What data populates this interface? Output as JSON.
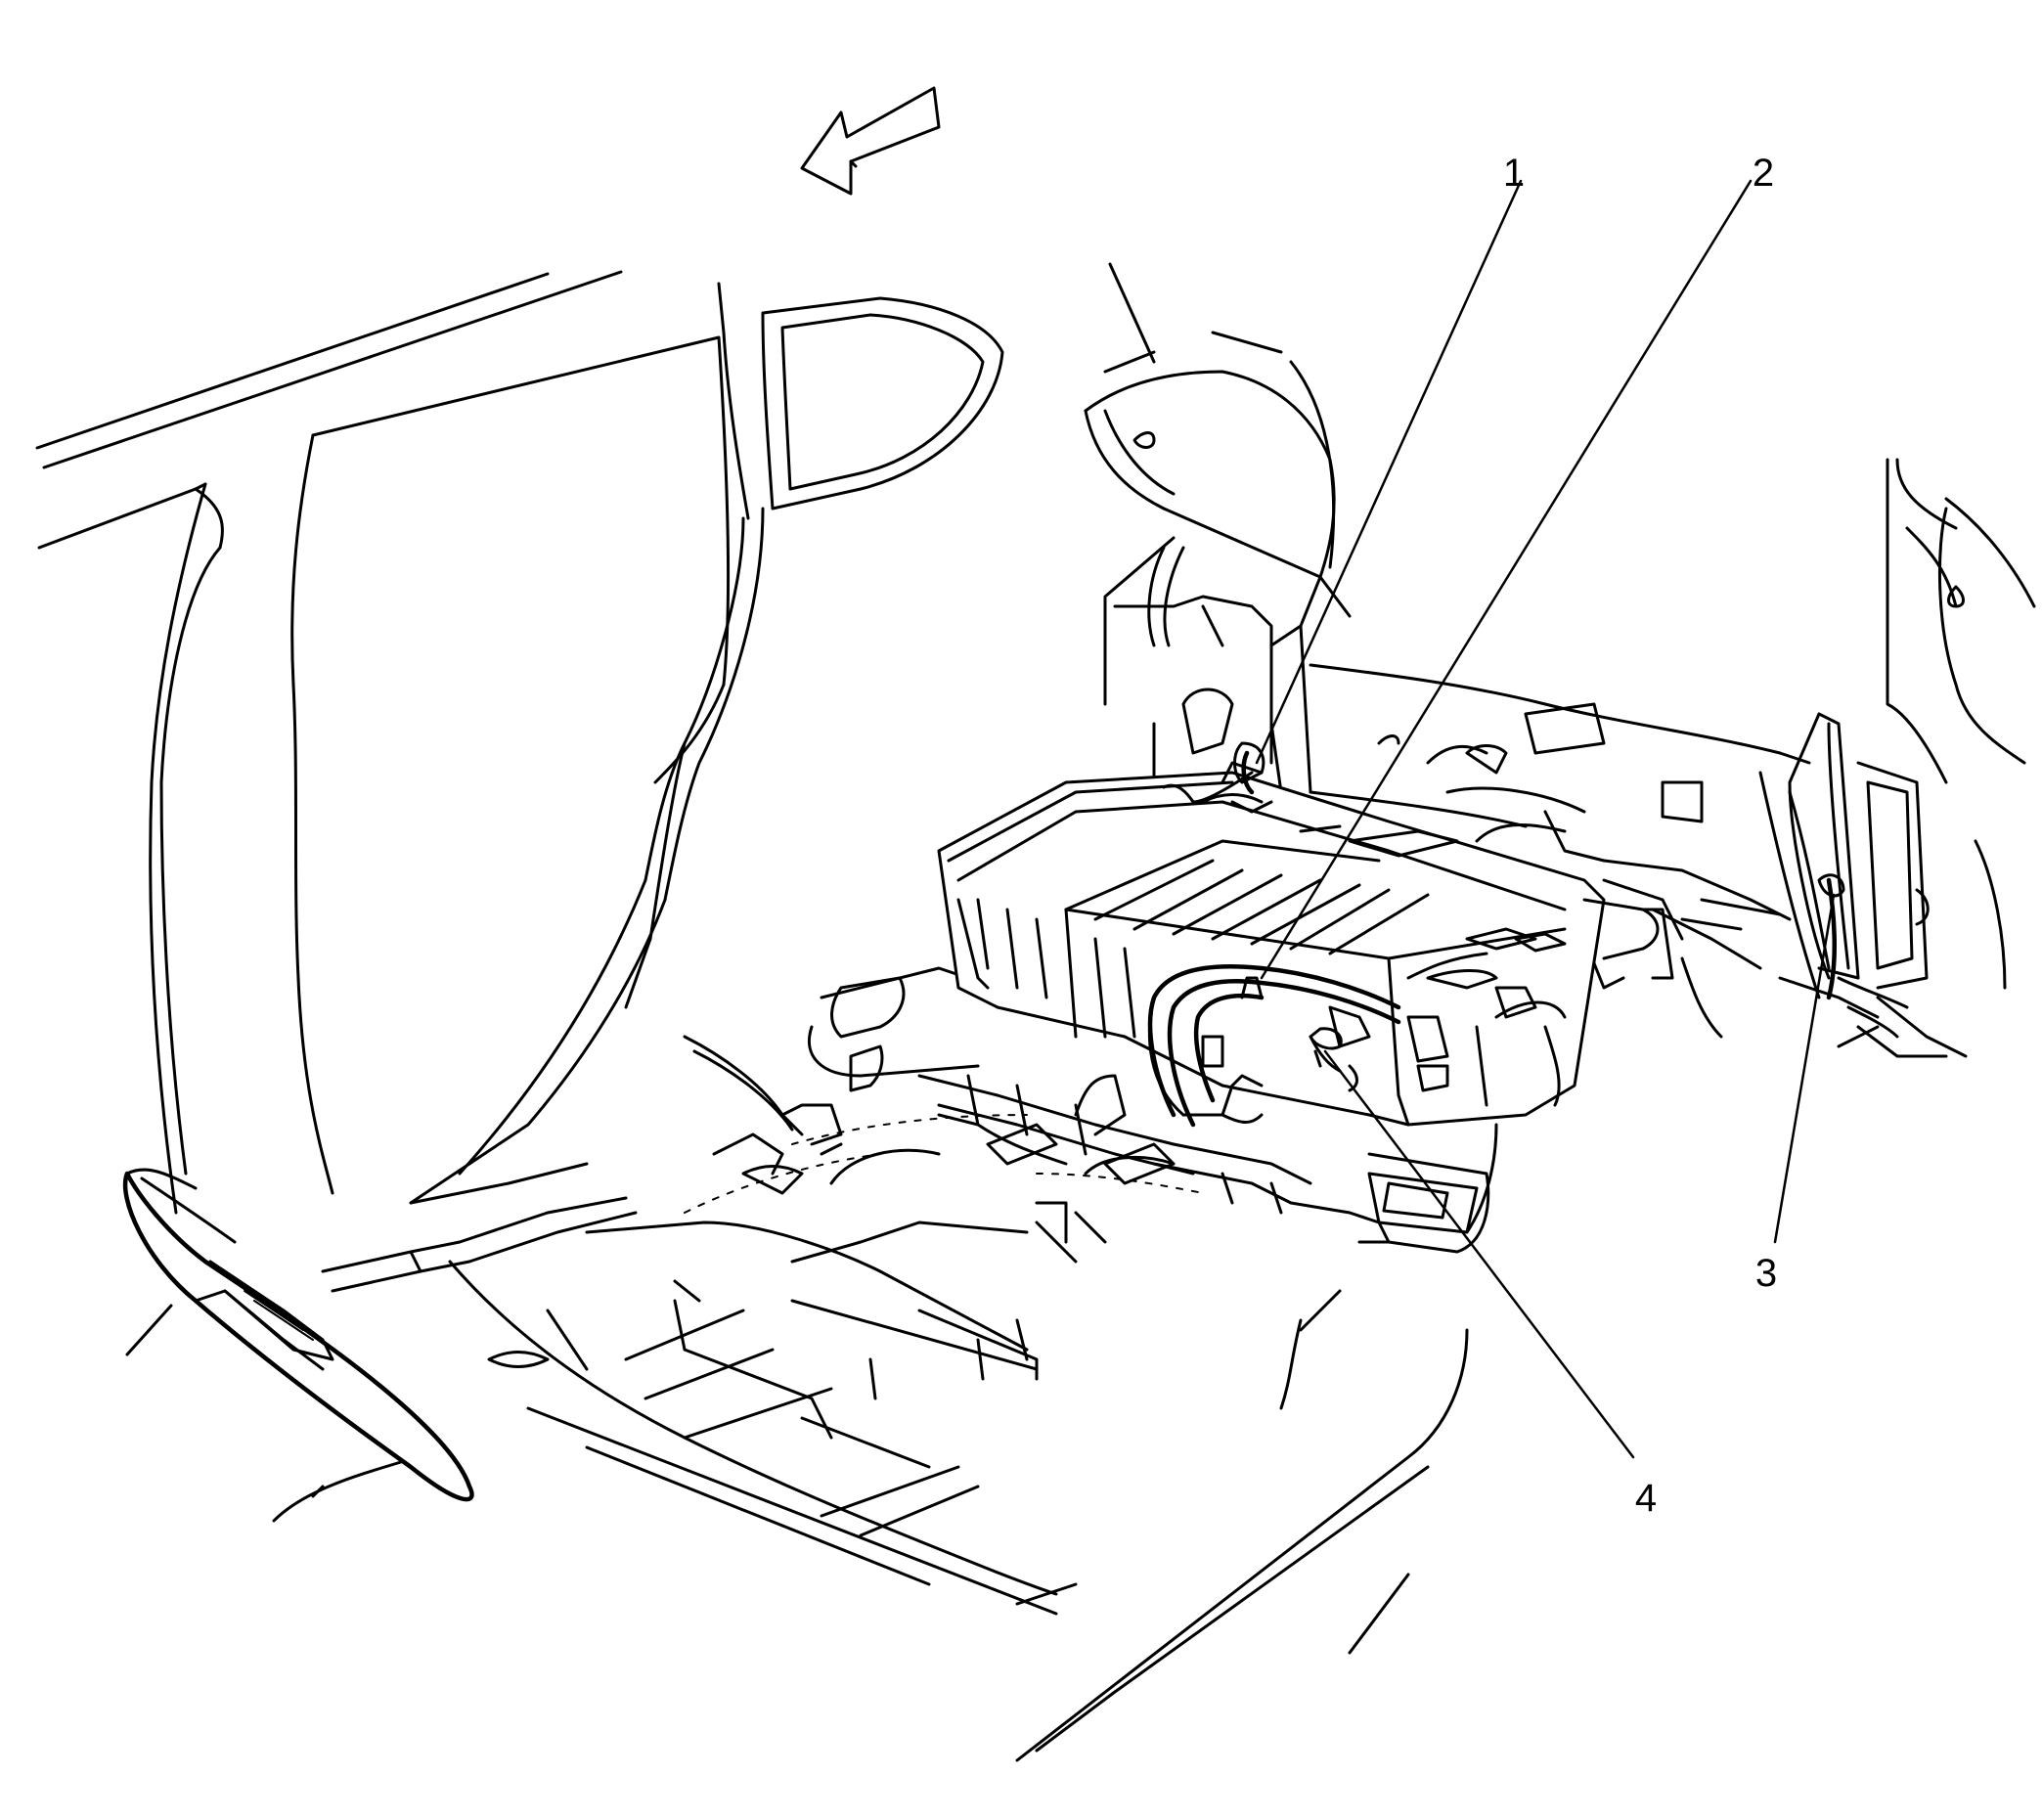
{
  "figure": {
    "callouts": [
      {
        "number": "1"
      },
      {
        "number": "2"
      },
      {
        "number": "3"
      },
      {
        "number": "4"
      }
    ],
    "icons": {
      "direction_arrow": "forward-direction-arrow-icon"
    }
  }
}
